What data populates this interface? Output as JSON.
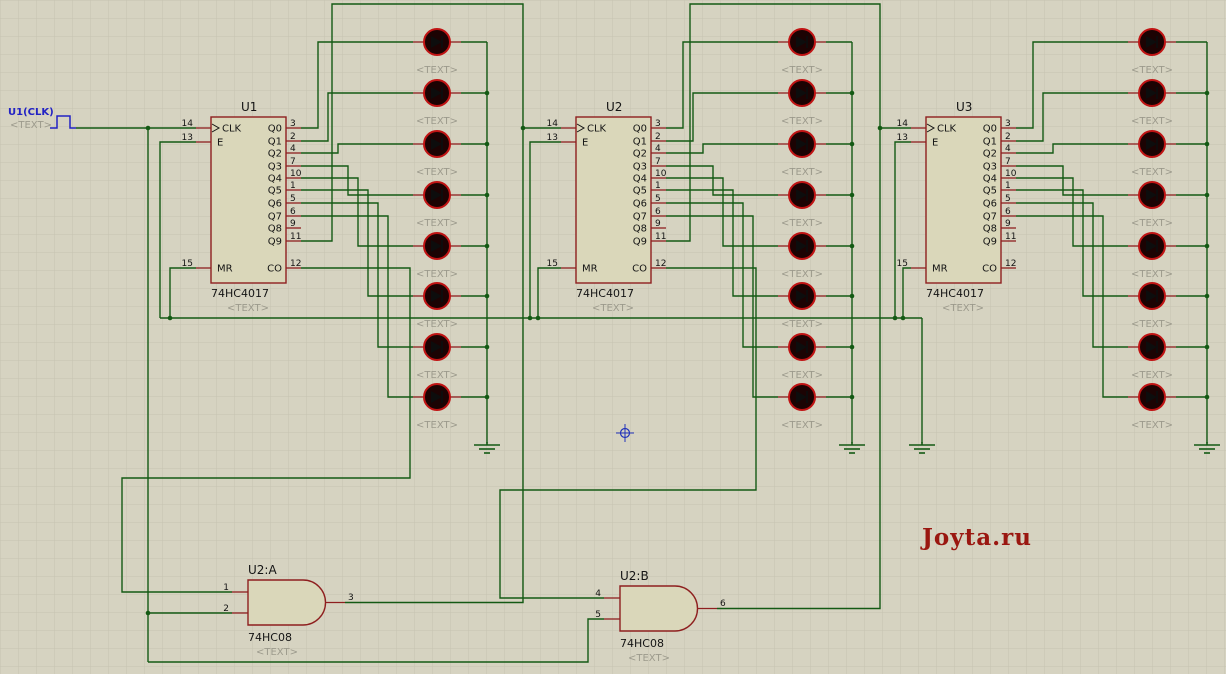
{
  "colors": {
    "background": "#d6d3c1",
    "grid_line": "#c6c3b1",
    "wire": "#145a14",
    "component_outline": "#8e1f1f",
    "component_fill": "#dad7ba",
    "led_red": "#c01414",
    "led_body": "#1c0303",
    "led_symbol": "#0d0d0d",
    "pin_text": "#141414",
    "placeholder_text": "#9c9a8c",
    "clock_blue": "#2222c4",
    "origin_blue": "#2233bb",
    "watermark_red": "#9a1710"
  },
  "clock_source": {
    "label": "U1(CLK)",
    "text_label": "<TEXT>"
  },
  "counter_pinout": {
    "left_pins": [
      {
        "num": "14",
        "name": "CLK",
        "clock": true
      },
      {
        "num": "13",
        "name": "E"
      }
    ],
    "bottom_left_pin": {
      "num": "15",
      "name": "MR"
    },
    "right_pins": [
      {
        "num": "3",
        "name": "Q0"
      },
      {
        "num": "2",
        "name": "Q1"
      },
      {
        "num": "4",
        "name": "Q2"
      },
      {
        "num": "7",
        "name": "Q3"
      },
      {
        "num": "10",
        "name": "Q4"
      },
      {
        "num": "1",
        "name": "Q5"
      },
      {
        "num": "5",
        "name": "Q6"
      },
      {
        "num": "6",
        "name": "Q7"
      },
      {
        "num": "9",
        "name": "Q8"
      },
      {
        "num": "11",
        "name": "Q9"
      }
    ],
    "bottom_right_pin": {
      "num": "12",
      "name": "CO"
    }
  },
  "counters": [
    {
      "ref": "U1",
      "part": "74HC4017",
      "text_label": "<TEXT>"
    },
    {
      "ref": "U2",
      "part": "74HC4017",
      "text_label": "<TEXT>"
    },
    {
      "ref": "U3",
      "part": "74HC4017",
      "text_label": "<TEXT>"
    }
  ],
  "gates": [
    {
      "ref": "U2:A",
      "part": "74HC08",
      "text_label": "<TEXT>",
      "input_pins": [
        "1",
        "2"
      ],
      "output_pin": "3"
    },
    {
      "ref": "U2:B",
      "part": "74HC08",
      "text_label": "<TEXT>",
      "input_pins": [
        "4",
        "5"
      ],
      "output_pin": "6"
    }
  ],
  "leds": {
    "columns": 3,
    "per_column": 8,
    "text_label": "<TEXT>"
  },
  "watermark": {
    "label": "Joyta.ru"
  }
}
